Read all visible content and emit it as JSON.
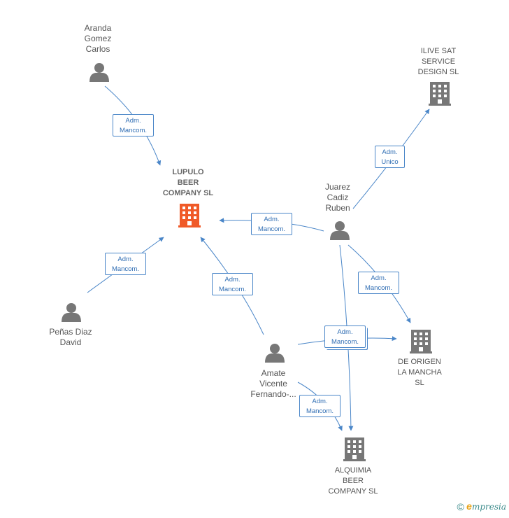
{
  "nodes": {
    "aranda": {
      "lines": [
        "Aranda",
        "Gomez",
        "Carlos"
      ],
      "type": "person"
    },
    "ilive": {
      "lines": [
        "ILIVE SAT",
        "SERVICE",
        "DESIGN SL"
      ],
      "type": "company"
    },
    "lupulo": {
      "lines": [
        "LUPULO",
        "BEER",
        "COMPANY  SL"
      ],
      "type": "main-company"
    },
    "juarez": {
      "lines": [
        "Juarez",
        "Cadiz",
        "Ruben"
      ],
      "type": "person"
    },
    "penas": {
      "lines": [
        "Peñas Diaz",
        "David"
      ],
      "type": "person"
    },
    "amate": {
      "lines": [
        "Amate",
        "Vicente",
        "Fernando-..."
      ],
      "type": "person"
    },
    "origen": {
      "lines": [
        "DE ORIGEN",
        "LA MANCHA",
        "SL"
      ],
      "type": "company"
    },
    "alquimia": {
      "lines": [
        "ALQUIMIA",
        "BEER",
        "COMPANY  SL"
      ],
      "type": "company"
    }
  },
  "edges": {
    "aranda_lupulo": [
      "Adm.",
      "Mancom."
    ],
    "juarez_ilive": [
      "Adm.",
      "Unico"
    ],
    "juarez_lupulo": [
      "Adm.",
      "Mancom."
    ],
    "penas_lupulo": [
      "Adm.",
      "Mancom."
    ],
    "amate_lupulo": [
      "Adm.",
      "Mancom."
    ],
    "juarez_origen": [
      "Adm.",
      "Mancom."
    ],
    "amate_origen": [
      "Adm.",
      "Mancom."
    ],
    "amate_alquimia": [
      "Adm.",
      "Mancom."
    ]
  },
  "footer": {
    "copyright": "©",
    "brand_initial": "e",
    "brand_rest": "mpresia"
  },
  "colors": {
    "edge": "#4a86c8",
    "person_icon": "#777777",
    "company_icon": "#777777",
    "main_company_icon": "#f05a28"
  },
  "icons": {
    "person": "person-icon",
    "company": "building-icon"
  }
}
